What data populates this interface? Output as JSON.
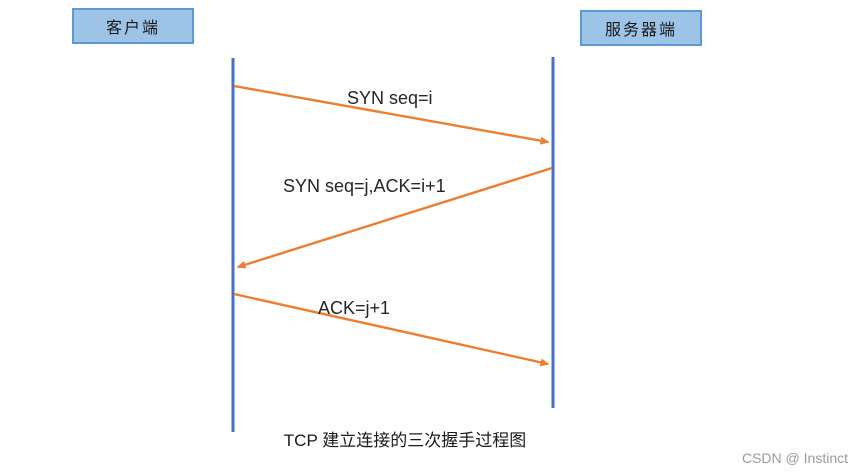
{
  "diagram": {
    "client_label": "客户端",
    "server_label": "服务器端",
    "arrows": [
      {
        "name": "syn",
        "label": "SYN seq=i"
      },
      {
        "name": "syn-ack",
        "label": "SYN seq=j,ACK=i+1"
      },
      {
        "name": "ack",
        "label": "ACK=j+1"
      }
    ],
    "caption": "TCP 建立连接的三次握手过程图",
    "watermark": "CSDN @ Instinct",
    "colors": {
      "box_fill": "#9DC3E6",
      "box_border": "#5B9BD5",
      "lifeline": "#4472C4",
      "arrow": "#ED7D31"
    }
  }
}
